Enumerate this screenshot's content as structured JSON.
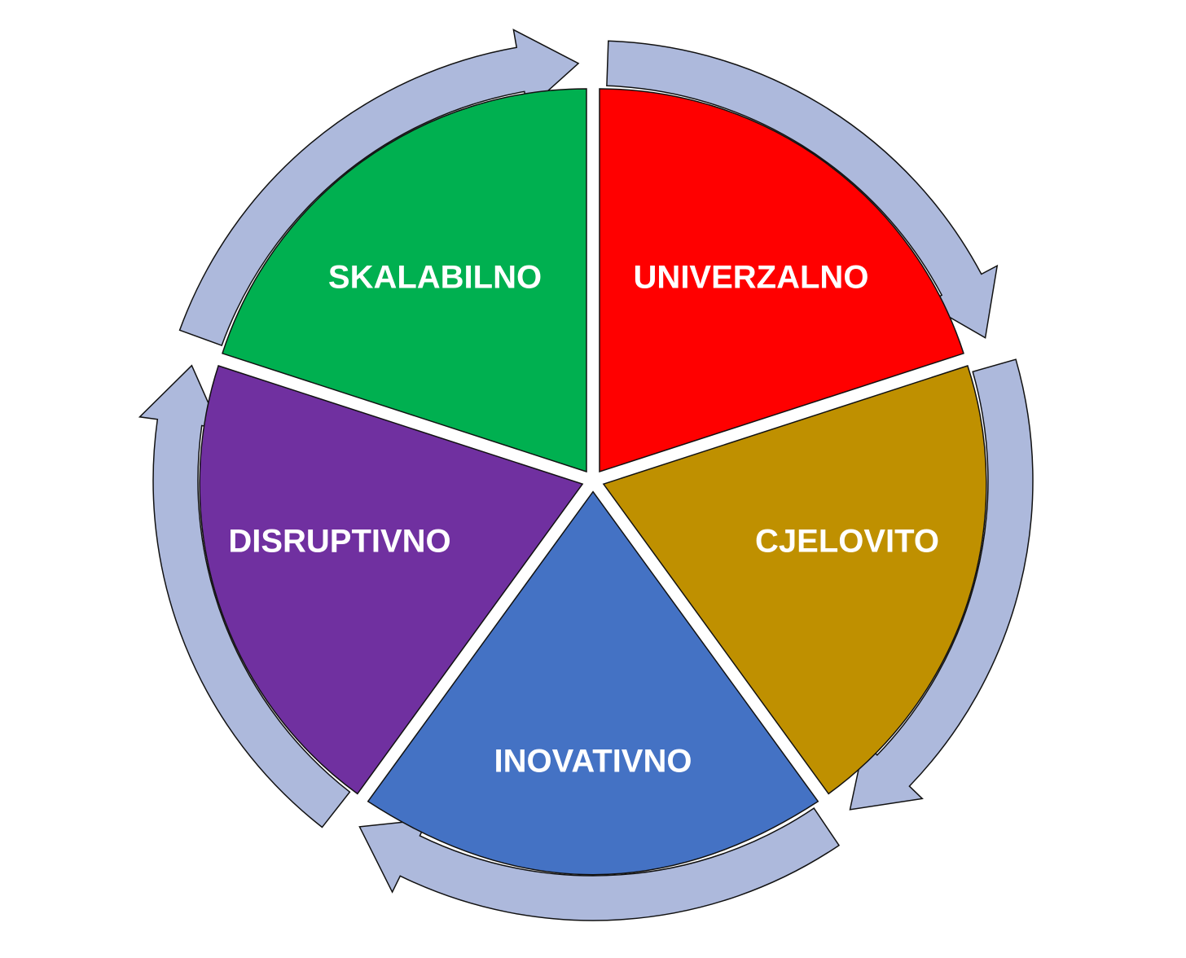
{
  "diagram": {
    "type": "cycle",
    "segments": [
      {
        "label": "UNIVERZALNO",
        "color": "#ff0000"
      },
      {
        "label": "CJELOVITO",
        "color": "#bf9000"
      },
      {
        "label": "INOVATIVNO",
        "color": "#4472c4"
      },
      {
        "label": "DISRUPTIVNO",
        "color": "#7030a0"
      },
      {
        "label": "SKALABILNO",
        "color": "#00b050"
      }
    ],
    "arrow_color": "#adb9dc",
    "arrow_direction": "clockwise"
  }
}
